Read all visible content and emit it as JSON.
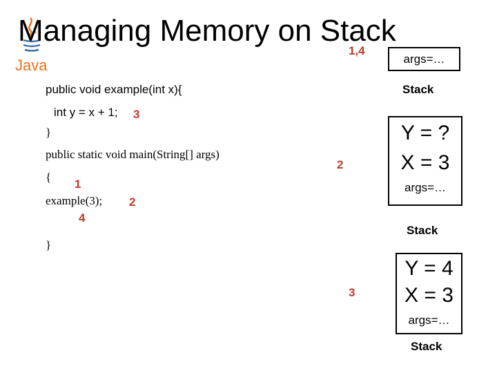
{
  "title": "Managing Memory on Stack",
  "logo": {
    "icon": "java-logo-icon",
    "text": "Java",
    "color": "#e8731a"
  },
  "code": {
    "line1": "public void example(int x){",
    "line2": "int y = x + 1;",
    "line3": "}",
    "line4": "public static void main(String[] args)",
    "line5": "{",
    "line6": "example(3);",
    "line7": "}"
  },
  "markers": {
    "m_title": "1,4",
    "m_line2": "3",
    "m_line5": "1",
    "m_line6": "2",
    "m_below_line6": "4",
    "m_stack2": "2",
    "m_stack3": "3",
    "color": "#c0392b"
  },
  "stacks": {
    "s1": {
      "args": "args=…",
      "label": "Stack"
    },
    "s2": {
      "y": "Y = ?",
      "x": "X = 3",
      "args": "args=…",
      "label": "Stack"
    },
    "s3": {
      "y": "Y = 4",
      "x": "X = 3",
      "args": "args=…",
      "label": "Stack"
    }
  }
}
